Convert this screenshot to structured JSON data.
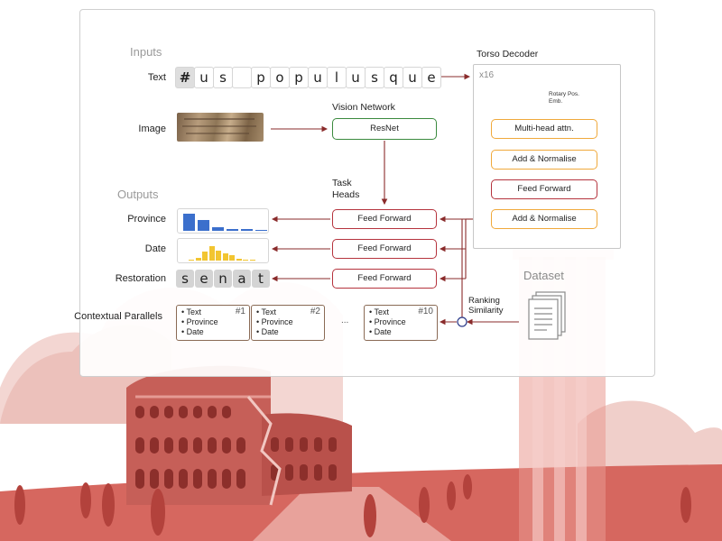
{
  "colors": {
    "accent_red": "#b5333d",
    "green": "#3a8a3e",
    "orange": "#f0a93b",
    "blue_bar": "#3b6fcc",
    "yellow_bar": "#f2c531",
    "landscape": "#d9746c"
  },
  "sections": {
    "inputs": "Inputs",
    "outputs": "Outputs"
  },
  "labels": {
    "text": "Text",
    "image": "Image",
    "province": "Province",
    "date": "Date",
    "restoration": "Restoration",
    "contextual_parallels": "Contextual Parallels"
  },
  "input_tokens": [
    "#",
    "u",
    "s",
    "",
    "p",
    "o",
    "p",
    "u",
    "l",
    "u",
    "s",
    "q",
    "u",
    "e"
  ],
  "vision": {
    "title": "Vision Network",
    "resnet": "ResNet"
  },
  "task_heads": {
    "title": "Task Heads",
    "feed_forward_1": "Feed Forward",
    "feed_forward_2": "Feed Forward",
    "feed_forward_3": "Feed Forward"
  },
  "torso": {
    "title": "Torso Decoder",
    "repeat": "x16",
    "rotary": "Rotary Pos. Emb.",
    "mha": "Multi-head attn.",
    "add_norm_1": "Add & Normalise",
    "feed_forward": "Feed Forward",
    "add_norm_2": "Add & Normalise"
  },
  "restoration_tokens": [
    "s",
    "e",
    "n",
    "a",
    "t"
  ],
  "province_bars": [
    0.95,
    0.6,
    0.18,
    0.12,
    0.1,
    0.07
  ],
  "date_bars": [
    0.08,
    0.15,
    0.55,
    0.9,
    0.62,
    0.45,
    0.33,
    0.12,
    0.08,
    0.05
  ],
  "parallels": [
    {
      "num": "#1",
      "items": [
        "Text",
        "Province",
        "Date"
      ]
    },
    {
      "num": "#2",
      "items": [
        "Text",
        "Province",
        "Date"
      ]
    },
    {
      "num": "#10",
      "items": [
        "Text",
        "Province",
        "Date"
      ]
    }
  ],
  "ellipsis": "...",
  "dataset": "Dataset",
  "ranking": "Ranking Similarity"
}
